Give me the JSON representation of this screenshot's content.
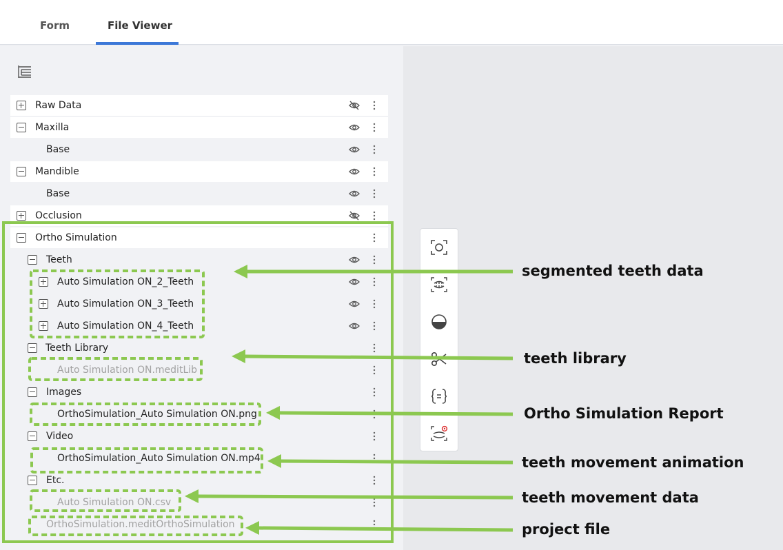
{
  "tabs": [
    {
      "label": "Form",
      "active": false
    },
    {
      "label": "File Viewer",
      "active": true
    }
  ],
  "tree": {
    "raw_data": "Raw Data",
    "maxilla": "Maxilla",
    "maxilla_base": "Base",
    "mandible": "Mandible",
    "mandible_base": "Base",
    "occlusion": "Occlusion",
    "ortho_simulation": "Ortho Simulation",
    "teeth": "Teeth",
    "teeth_2": "Auto Simulation ON_2_Teeth",
    "teeth_3": "Auto Simulation ON_3_Teeth",
    "teeth_4": "Auto Simulation ON_4_Teeth",
    "teeth_library": "Teeth Library",
    "library_file": "Auto Simulation ON.meditLib",
    "images": "Images",
    "image_file": "OrthoSimulation_Auto Simulation ON.png",
    "video": "Video",
    "video_file": "OrthoSimulation_Auto Simulation ON.mp4",
    "etc": "Etc.",
    "csv_file": "Auto Simulation ON.csv",
    "project_file": "OrthoSimulation.meditOrthoSimulation"
  },
  "annotations": {
    "segmented": "segmented teeth data",
    "library": "teeth library",
    "report": "Ortho Simulation Report",
    "animation": "teeth movement animation",
    "movement": "teeth movement data",
    "project": "project file"
  },
  "colors": {
    "accent_tab": "#3c78d8",
    "annotation_green": "#8cc850",
    "panel_bg": "#f1f2f5",
    "viewport_bg": "#e8e9ec"
  },
  "icons": [
    "tree-hierarchy-icon",
    "eye-icon",
    "eye-off-icon",
    "kebab-menu-icon",
    "fit-view-icon",
    "occlusion-view-icon",
    "half-circle-icon",
    "scissors-icon",
    "bracket-icon",
    "teeth-compare-icon"
  ]
}
